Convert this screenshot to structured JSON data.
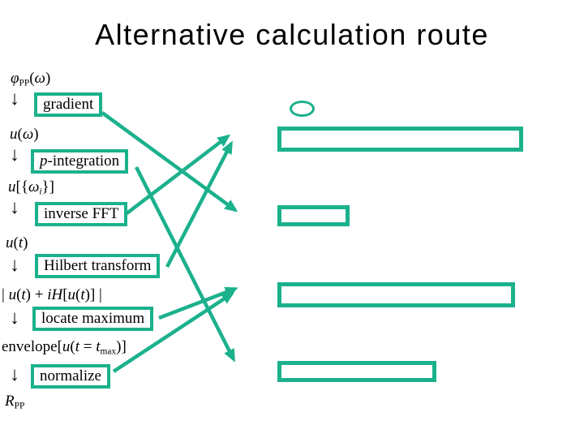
{
  "title": "Alternative calculation route",
  "glyphs": {
    "down_arrow": "↓"
  },
  "colors": {
    "accent": "#1bb18c",
    "text": "#000000",
    "background": "#ffffff"
  },
  "flow": {
    "expressions": [
      {
        "name": "phi-pp-omega",
        "segments": [
          {
            "t": "i",
            "s": "φ"
          },
          {
            "t": "sub",
            "s": "PP"
          },
          {
            "t": "n",
            "s": "("
          },
          {
            "t": "i",
            "s": "ω"
          },
          {
            "t": "n",
            "s": ")"
          }
        ]
      },
      {
        "name": "u-omega",
        "segments": [
          {
            "t": "i",
            "s": "u"
          },
          {
            "t": "n",
            "s": "("
          },
          {
            "t": "i",
            "s": "ω"
          },
          {
            "t": "n",
            "s": ")"
          }
        ]
      },
      {
        "name": "u-omega-set",
        "segments": [
          {
            "t": "i",
            "s": "u"
          },
          {
            "t": "n",
            "s": "[{"
          },
          {
            "t": "i",
            "s": "ω"
          },
          {
            "t": "isub",
            "s": "i"
          },
          {
            "t": "n",
            "s": "}]"
          }
        ]
      },
      {
        "name": "u-t",
        "segments": [
          {
            "t": "i",
            "s": "u"
          },
          {
            "t": "n",
            "s": "("
          },
          {
            "t": "i",
            "s": "t"
          },
          {
            "t": "n",
            "s": ")"
          }
        ]
      },
      {
        "name": "analytic-signal",
        "segments": [
          {
            "t": "n",
            "s": "| "
          },
          {
            "t": "i",
            "s": "u"
          },
          {
            "t": "n",
            "s": "("
          },
          {
            "t": "i",
            "s": "t"
          },
          {
            "t": "n",
            "s": ") + "
          },
          {
            "t": "i",
            "s": "iH"
          },
          {
            "t": "n",
            "s": "["
          },
          {
            "t": "i",
            "s": "u"
          },
          {
            "t": "n",
            "s": "("
          },
          {
            "t": "i",
            "s": "t"
          },
          {
            "t": "n",
            "s": ")] |"
          }
        ]
      },
      {
        "name": "envelope",
        "segments": [
          {
            "t": "n",
            "s": "envelope["
          },
          {
            "t": "i",
            "s": "u"
          },
          {
            "t": "n",
            "s": "("
          },
          {
            "t": "i",
            "s": "t"
          },
          {
            "t": "n",
            "s": " = "
          },
          {
            "t": "i",
            "s": "t"
          },
          {
            "t": "sub",
            "s": "max"
          },
          {
            "t": "n",
            "s": ")]"
          }
        ]
      },
      {
        "name": "r-pp",
        "segments": [
          {
            "t": "i",
            "s": "R"
          },
          {
            "t": "sub",
            "s": "PP"
          }
        ]
      }
    ],
    "operations": [
      {
        "name": "gradient",
        "segments": [
          {
            "t": "n",
            "s": "gradient"
          }
        ]
      },
      {
        "name": "p-integration",
        "segments": [
          {
            "t": "i",
            "s": "p"
          },
          {
            "t": "n",
            "s": "-integration"
          }
        ]
      },
      {
        "name": "inverse-fft",
        "segments": [
          {
            "t": "n",
            "s": "inverse FFT"
          }
        ]
      },
      {
        "name": "hilbert-transform",
        "segments": [
          {
            "t": "n",
            "s": "Hilbert transform"
          }
        ]
      },
      {
        "name": "locate-maximum",
        "segments": [
          {
            "t": "n",
            "s": "locate maximum"
          }
        ]
      },
      {
        "name": "normalize",
        "segments": [
          {
            "t": "n",
            "s": "normalize"
          }
        ]
      }
    ]
  },
  "placeholders": [
    {
      "name": "oval",
      "type": "ellipse"
    },
    {
      "name": "wide-box-top",
      "type": "rectangle"
    },
    {
      "name": "small-box",
      "type": "rectangle"
    },
    {
      "name": "wide-box-middle",
      "type": "rectangle"
    },
    {
      "name": "bottom-box",
      "type": "rectangle"
    }
  ],
  "connections": [
    {
      "from": "gradient",
      "to": "small-box"
    },
    {
      "from": "p-integration",
      "to": "bottom-box"
    },
    {
      "from": "inverse-fft",
      "to": "wide-box-top"
    },
    {
      "from": "hilbert-transform",
      "to": "wide-box-top"
    },
    {
      "from": "locate-maximum",
      "to": "wide-box-middle"
    },
    {
      "from": "normalize",
      "to": "wide-box-middle"
    }
  ]
}
